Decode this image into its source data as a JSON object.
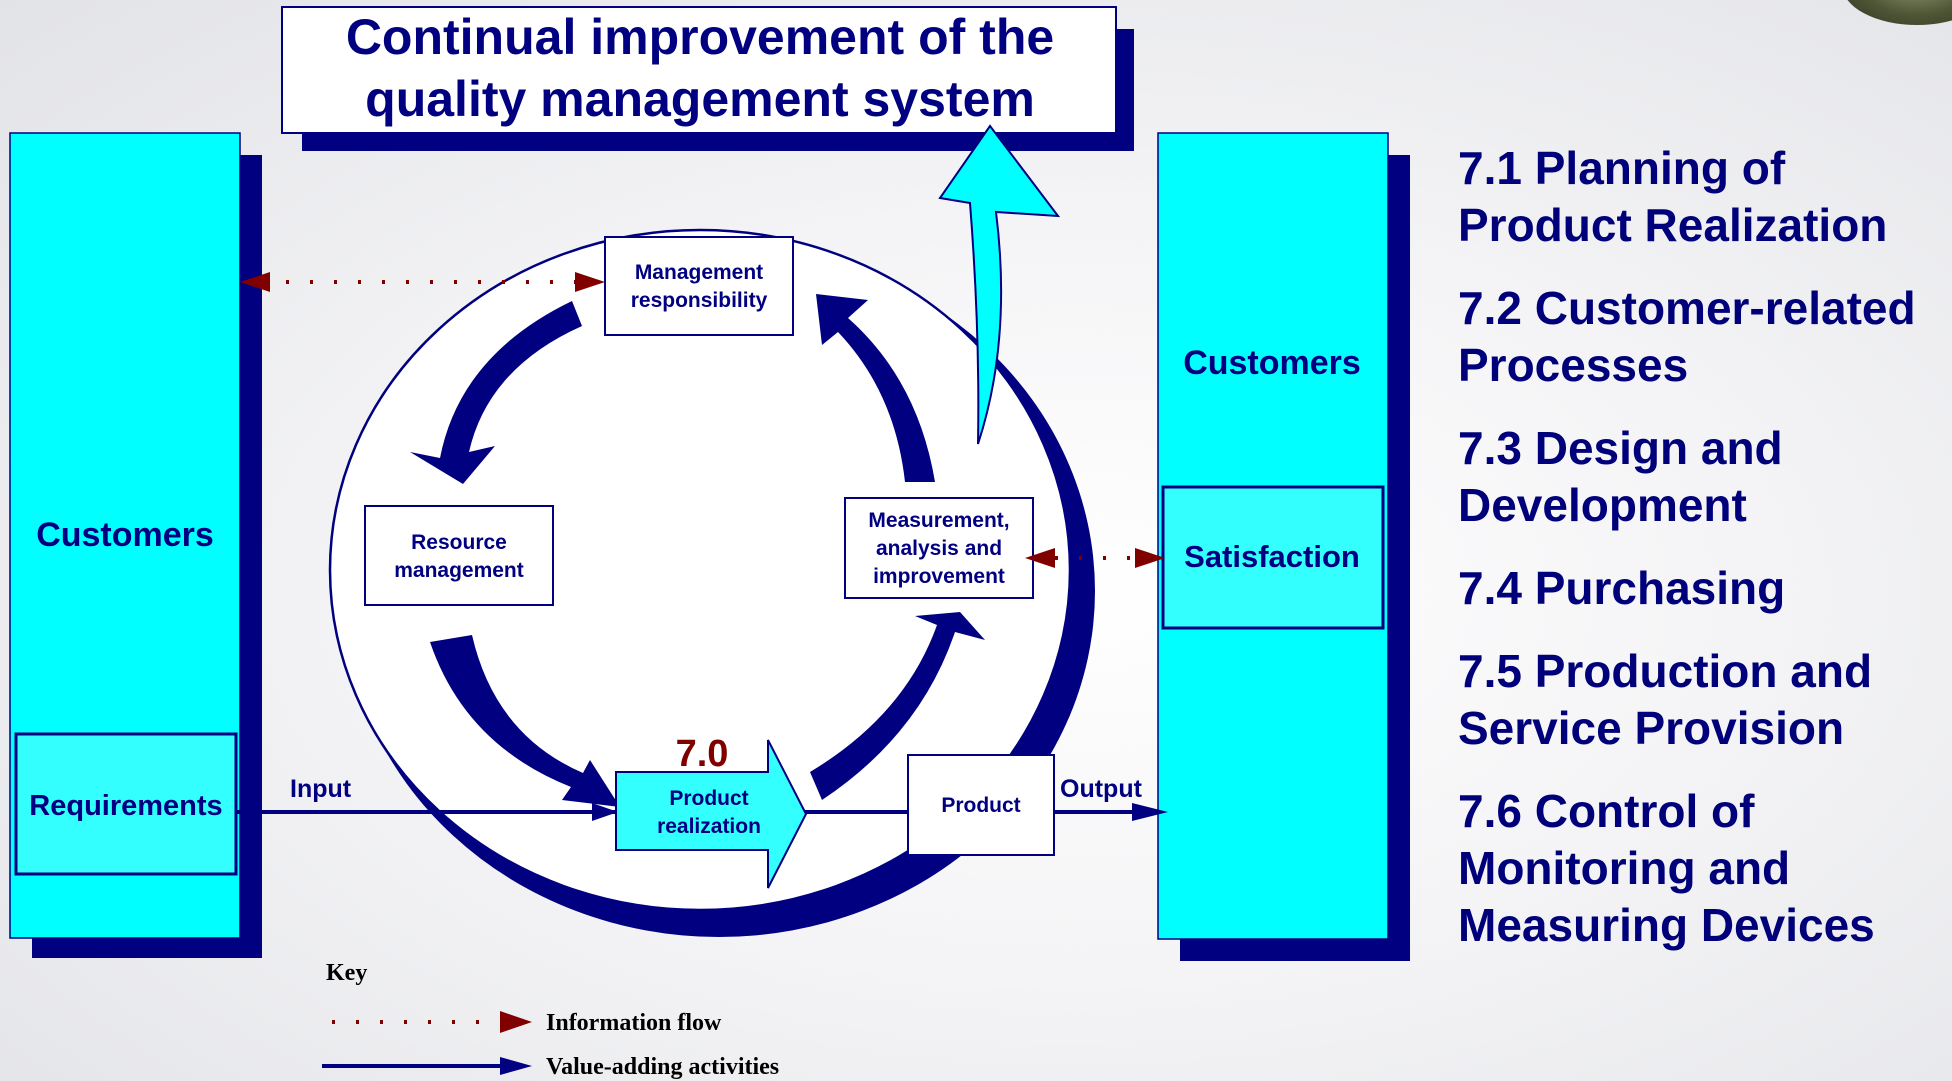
{
  "title": {
    "line1": "Continual improvement of the",
    "line2": "quality management system"
  },
  "left_column": {
    "label": "Customers",
    "requirements": "Requirements"
  },
  "right_column": {
    "label": "Customers",
    "satisfaction": "Satisfaction"
  },
  "cycle": {
    "management": [
      "Management",
      "responsibility"
    ],
    "resource": [
      "Resource",
      "management"
    ],
    "measurement": [
      "Measurement,",
      "analysis and",
      "improvement"
    ],
    "product_realization": [
      "Product",
      "realization"
    ],
    "number": "7.0",
    "product": "Product"
  },
  "flow": {
    "input": "Input",
    "output": "Output"
  },
  "key": {
    "title": "Key",
    "information_flow": "Information flow",
    "value_adding": "Value-adding activities"
  },
  "clauses": [
    [
      "7.1 Planning of",
      "Product Realization"
    ],
    [
      "7.2 Customer-related",
      "Processes"
    ],
    [
      "7.3 Design and",
      "Development"
    ],
    [
      "7.4 Purchasing"
    ],
    [
      "7.5 Production and",
      "Service Provision"
    ],
    [
      "7.6 Control of",
      "Monitoring and",
      "Measuring Devices"
    ]
  ],
  "colors": {
    "navy": "#000080",
    "cyan": "#00ffff",
    "light_cyan": "#33ffff",
    "dark_red": "#800000",
    "text_navy": "#00007a"
  }
}
